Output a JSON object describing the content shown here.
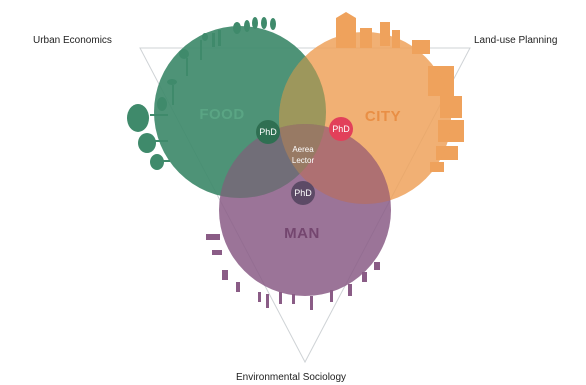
{
  "labels": {
    "urban_economics": "Urban Economics",
    "land_use_planning": "Land-use Planning",
    "environmental_sociology": "Environmental Sociology"
  },
  "circles": {
    "food": {
      "label": "FOOD",
      "color": "#3f8a6b"
    },
    "city": {
      "label": "CITY",
      "color": "#efa25c"
    },
    "man": {
      "label": "MAN",
      "color": "#8a5c86"
    }
  },
  "badges": {
    "food_city": {
      "text": "PhD",
      "color": "#2f6f52"
    },
    "city_man": {
      "text": "PhD",
      "color": "#e2405a"
    },
    "food_man": {
      "text": "PhD",
      "color": "#5c4a66"
    }
  },
  "center": {
    "line1": "Aerea",
    "line2": "Lector"
  },
  "colors": {
    "triangle": "#cfd3d6",
    "label_text": "#222222"
  }
}
